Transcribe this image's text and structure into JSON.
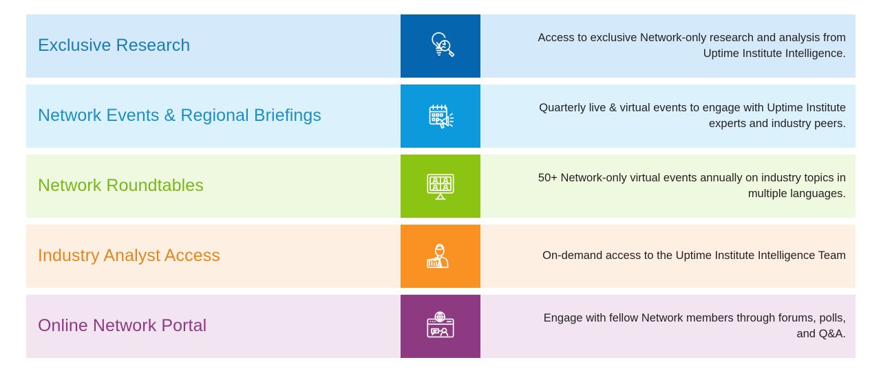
{
  "page": {
    "background": "#ffffff",
    "description_text_color": "#231f20"
  },
  "benefits": [
    {
      "title": "Exclusive Research",
      "description": "Access to exclusive Network-only research and analysis from Uptime Institute Intelligence.",
      "icon": "lightbulb-magnifier-icon",
      "panel_color": "#d4eafa",
      "icon_tile_color": "#0566af",
      "title_color": "#1b7cb5"
    },
    {
      "title": "Network Events & Regional Briefings",
      "description": "Quarterly live & virtual events to engage with Uptime Institute experts and industry peers.",
      "icon": "calendar-megaphone-icon",
      "panel_color": "#dbf1fc",
      "icon_tile_color": "#0d9add",
      "title_color": "#1f8ec4"
    },
    {
      "title": "Network Roundtables",
      "description": "50+ Network-only virtual events annually on industry topics in multiple languages.",
      "icon": "video-conference-monitor-icon",
      "panel_color": "#eff9df",
      "icon_tile_color": "#8cc414",
      "title_color": "#7cb51e"
    },
    {
      "title": "Industry Analyst Access",
      "description": "On-demand access to the Uptime Institute Intelligence Team",
      "icon": "analyst-chart-person-icon",
      "panel_color": "#fdf0e3",
      "icon_tile_color": "#f99123",
      "title_color": "#e4871f"
    },
    {
      "title": "Online Network Portal",
      "description": "Engage with fellow Network members through forums, polls, and Q&A.",
      "icon": "browser-globe-profile-icon",
      "panel_color": "#f2e5f1",
      "icon_tile_color": "#8e3a82",
      "title_color": "#8e3a82"
    }
  ]
}
